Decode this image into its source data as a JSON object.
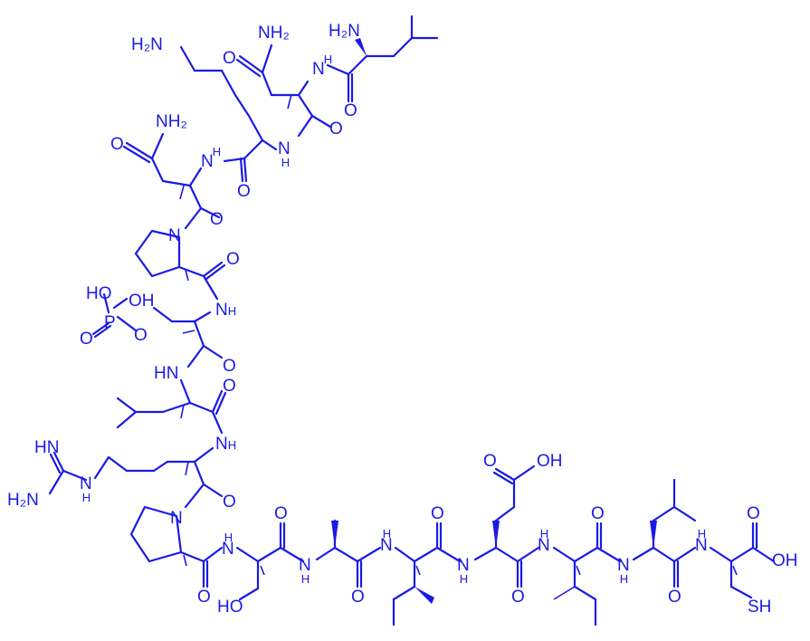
{
  "colors": {
    "structure": "#1a1ae6",
    "background": "#ffffff"
  },
  "labels": {
    "leu1_nh2": "H₂N",
    "asn1_nh2": "NH₂",
    "lys_nh2": "H₂N",
    "asn2_nh2": "NH₂",
    "nh": "N",
    "h": "H",
    "o": "O",
    "n_pro": "N",
    "ho": "HO",
    "oh": "OH",
    "p": "P",
    "hn": "HN",
    "h2n": "H₂N",
    "sh": "SH"
  }
}
